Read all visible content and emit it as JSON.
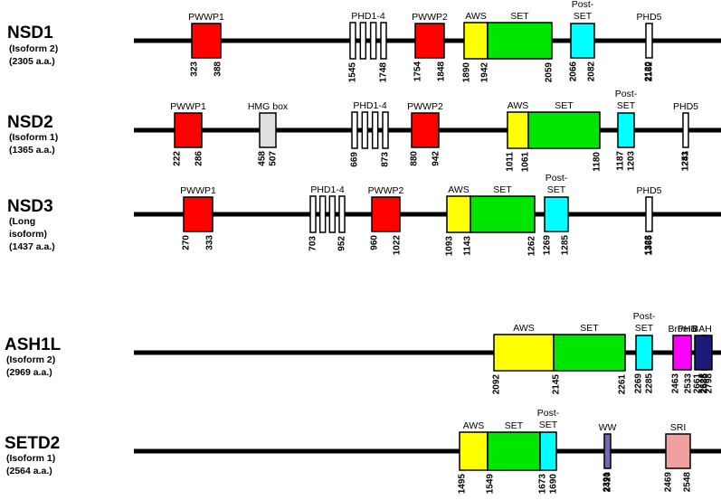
{
  "colors": {
    "PWWP": "#ff0000",
    "PHD": "#ffffff",
    "HMG": "#e0e0e0",
    "AWS": "#ffff00",
    "SET": "#00e600",
    "PostSET": "#00ffff",
    "Bromo": "#ff00ff",
    "BAH": "#1a1a7a",
    "WW": "#6c6cb6",
    "SRI": "#f0a0a0"
  },
  "proteins": [
    {
      "name": "NSD1",
      "sub": [
        "(Isoform 2)",
        "(2305 a.a.)"
      ],
      "domains": [
        {
          "label": [
            "PWWP1"
          ],
          "type": "PWWP",
          "start": "323",
          "end": "388"
        },
        {
          "label": [
            "PHD1-4"
          ],
          "type": "PHD",
          "segments": 4,
          "start": "1545",
          "end": "1748"
        },
        {
          "label": [
            "PWWP2"
          ],
          "type": "PWWP",
          "start": "1754",
          "end": "1848"
        },
        {
          "label": [
            "AWS"
          ],
          "type": "AWS",
          "start": "1890",
          "end": "1942"
        },
        {
          "label": [
            "SET"
          ],
          "type": "SET",
          "start": "",
          "end": "2059"
        },
        {
          "label": [
            "Post-",
            "SET"
          ],
          "type": "PostSET",
          "start": "2066",
          "end": "2082"
        },
        {
          "label": [
            "PHD5"
          ],
          "type": "PHD",
          "start": "2120",
          "end": "2162"
        }
      ]
    },
    {
      "name": "NSD2",
      "sub": [
        "(Isoform 1)",
        "(1365 a.a.)"
      ],
      "domains": [
        {
          "label": [
            "PWWP1"
          ],
          "type": "PWWP",
          "start": "222",
          "end": "286"
        },
        {
          "label": [
            "HMG box"
          ],
          "type": "HMG",
          "start": "458",
          "end": "507"
        },
        {
          "label": [
            "PHD1-4"
          ],
          "type": "PHD",
          "segments": 4,
          "start": "669",
          "end": "873"
        },
        {
          "label": [
            "PWWP2"
          ],
          "type": "PWWP",
          "start": "880",
          "end": "942"
        },
        {
          "label": [
            "AWS"
          ],
          "type": "AWS",
          "start": "1011",
          "end": "1061"
        },
        {
          "label": [
            "SET"
          ],
          "type": "SET",
          "start": "",
          "end": "1180"
        },
        {
          "label": [
            "Post-",
            "SET"
          ],
          "type": "PostSET",
          "start": "1187",
          "end": "1203"
        },
        {
          "label": [
            "PHD5"
          ],
          "type": "PHD",
          "start": "1241",
          "end": "1283"
        }
      ]
    },
    {
      "name": "NSD3",
      "sub": [
        "(Long",
        "isoform)",
        "(1437 a.a.)"
      ],
      "domains": [
        {
          "label": [
            "PWWP1"
          ],
          "type": "PWWP",
          "start": "270",
          "end": "333"
        },
        {
          "label": [
            "PHD1-4"
          ],
          "type": "PHD",
          "segments": 4,
          "start": "703",
          "end": "952"
        },
        {
          "label": [
            "PWWP2"
          ],
          "type": "PWWP",
          "start": "960",
          "end": "1022"
        },
        {
          "label": [
            "AWS"
          ],
          "type": "AWS",
          "start": "1093",
          "end": "1143"
        },
        {
          "label": [
            "SET"
          ],
          "type": "SET",
          "start": "",
          "end": "1262"
        },
        {
          "label": [
            "Post-",
            "SET"
          ],
          "type": "PostSET",
          "start": "1269",
          "end": "1285"
        },
        {
          "label": [
            "PHD5"
          ],
          "type": "PHD",
          "start": "1323",
          "end": "1365"
        }
      ]
    },
    {
      "name": "ASH1L",
      "sub": [
        "(Isoform 2)",
        "(2969 a.a.)"
      ],
      "domains": [
        {
          "label": [
            "AWS"
          ],
          "type": "AWS",
          "start": "2092",
          "end": ""
        },
        {
          "label": [
            "SET"
          ],
          "type": "SET",
          "start": "2145",
          "end": "2261"
        },
        {
          "label": [
            "Post-",
            "SET"
          ],
          "type": "PostSET",
          "start": "2269",
          "end": "2285"
        },
        {
          "label": [
            "Bromo"
          ],
          "type": "Bromo",
          "start": "2463",
          "end": "2533"
        },
        {
          "label": [
            "PHD"
          ],
          "type": "PHD",
          "start": "2586",
          "end": "2628"
        },
        {
          "label": [
            "BAH"
          ],
          "type": "BAH",
          "start": "2661",
          "end": "2798"
        }
      ]
    },
    {
      "name": "SETD2",
      "sub": [
        "(Isoform 1)",
        "(2564 a.a.)"
      ],
      "domains": [
        {
          "label": [
            "AWS"
          ],
          "type": "AWS",
          "start": "1495",
          "end": ""
        },
        {
          "label": [
            "SET"
          ],
          "type": "SET",
          "start": "1549",
          "end": ""
        },
        {
          "label": [
            "Post-",
            "SET"
          ],
          "type": "PostSET",
          "start": "1673",
          "end": "1690"
        },
        {
          "label": [
            "WW"
          ],
          "type": "WW",
          "start": "2391",
          "end": "2420"
        },
        {
          "label": [
            "SRI"
          ],
          "type": "SRI",
          "start": "2469",
          "end": "2548"
        }
      ]
    }
  ]
}
